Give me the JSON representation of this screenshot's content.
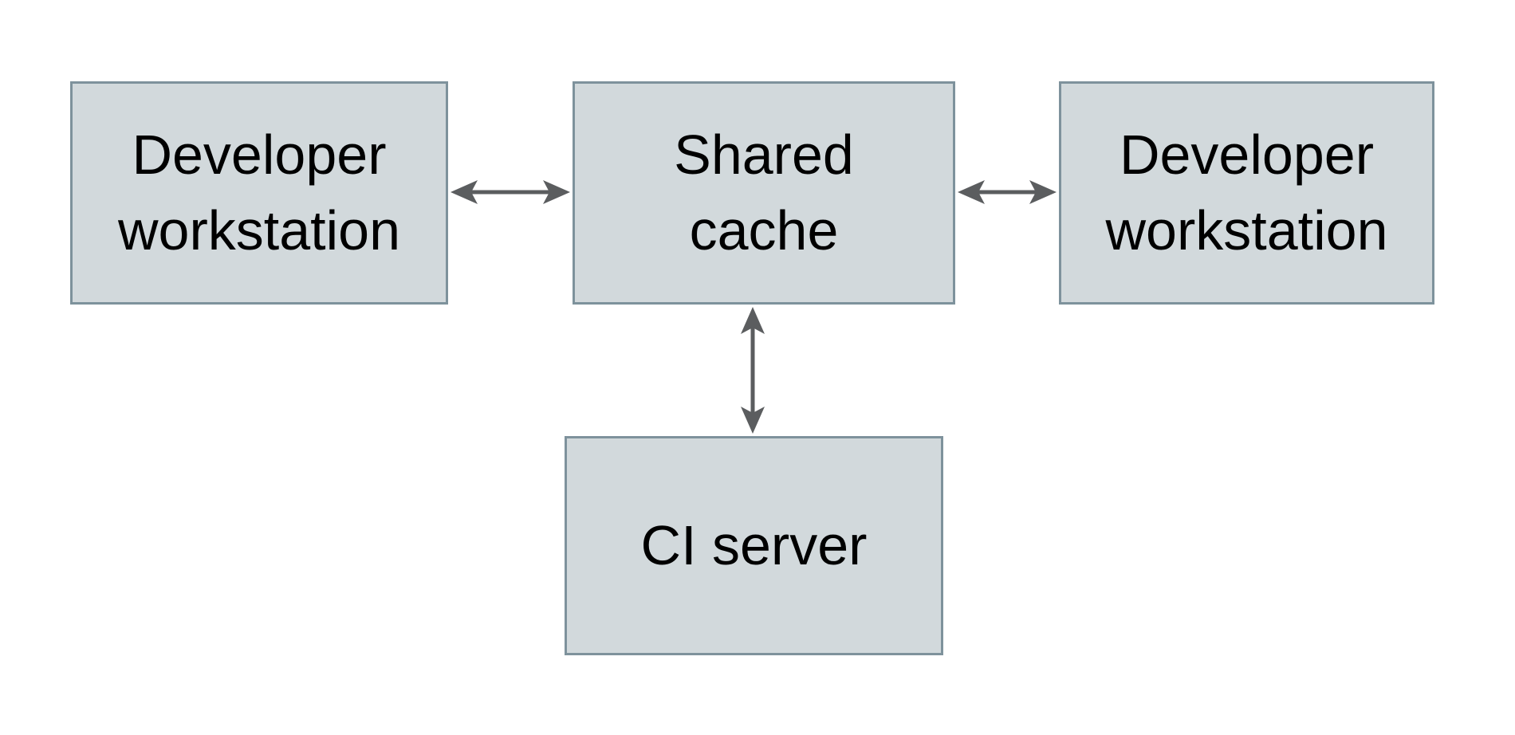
{
  "diagram": {
    "type": "architecture-diagram",
    "nodes": [
      {
        "id": "developer-workstation-left",
        "label": "Developer workstation",
        "lines": [
          "Developer",
          "workstation"
        ]
      },
      {
        "id": "shared-cache",
        "label": "Shared cache",
        "lines": [
          "Shared",
          "cache"
        ]
      },
      {
        "id": "developer-workstation-right",
        "label": "Developer workstation",
        "lines": [
          "Developer",
          "workstation"
        ]
      },
      {
        "id": "ci-server",
        "label": "CI server",
        "lines": [
          "CI server"
        ]
      }
    ],
    "edges": [
      {
        "from": "developer-workstation-left",
        "to": "shared-cache",
        "direction": "bidirectional"
      },
      {
        "from": "shared-cache",
        "to": "developer-workstation-right",
        "direction": "bidirectional"
      },
      {
        "from": "shared-cache",
        "to": "ci-server",
        "direction": "bidirectional"
      }
    ],
    "colors": {
      "background": "#ffffff",
      "node_fill": "#d2d9dc",
      "node_border": "#7e929c",
      "arrow": "#5b5d5f",
      "text": "#000000"
    }
  }
}
